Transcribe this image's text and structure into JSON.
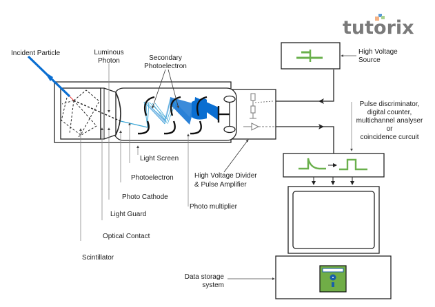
{
  "logo": {
    "brand": "tutorix",
    "colors": {
      "text": "#7a7a7a",
      "dot_blue": "#5b9bd5",
      "dot_orange": "#f4b183",
      "dot_green": "#a9d18e"
    }
  },
  "colors": {
    "line": "#222222",
    "leader": "#888888",
    "accent_blue": "#0a6ed1",
    "ray_blue": "#3aa6d6",
    "green": "#6ab04c",
    "floppy_green": "#70ad47",
    "floppy_blue": "#1a5fa8"
  },
  "labels": {
    "incident_particle": "Incident Particle",
    "luminous_photon": [
      "Luminous",
      "Photon"
    ],
    "secondary_photoelectron": [
      "Secondary",
      "Photoelectron"
    ],
    "high_voltage_source": [
      "High Voltage",
      "Source"
    ],
    "pulse_discriminator": [
      "Pulse discriminator,",
      "digital counter,",
      "multichannel analyser",
      "or",
      "coincidence curcuit"
    ],
    "light_screen": "Light Screen",
    "photoelectron": "Photoelectron",
    "photo_cathode": "Photo Cathode",
    "light_guard": "Light Guard",
    "optical_contact": "Optical Contact",
    "scintillator": "Scintillator",
    "photo_multiplier": "Photo multiplier",
    "hv_divider": [
      "High Voltage Divider",
      "& Pulse Amplifier"
    ],
    "data_storage": [
      "Data storage",
      "system"
    ]
  }
}
